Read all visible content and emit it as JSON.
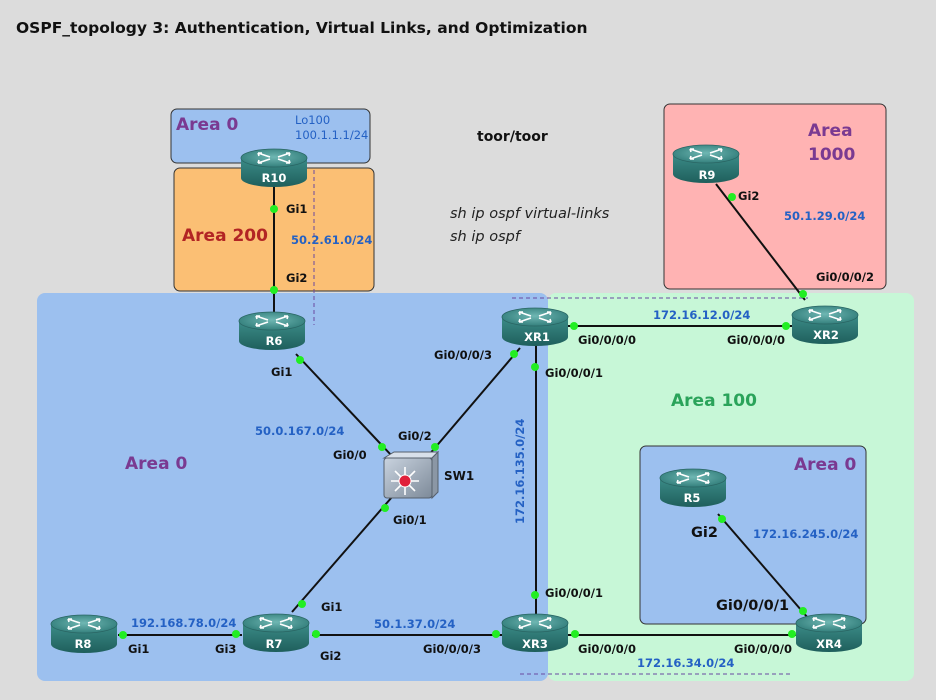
{
  "title": "OSPF_topology 3: Authentication, Virtual Links, and Optimization",
  "credentials": "toor/toor",
  "commands": [
    "sh ip ospf virtual-links",
    "sh ip ospf"
  ],
  "areas": {
    "area0_main": "Area 0",
    "area0_top": "Area 0",
    "area200": "Area 200",
    "area1000_line1": "Area",
    "area1000_line2": "1000",
    "area100": "Area 100",
    "area0_inner": "Area 0"
  },
  "loopback": {
    "name": "Lo100",
    "subnet": "100.1.1.1/24"
  },
  "devices": {
    "R10": "R10",
    "R6": "R6",
    "R9": "R9",
    "XR1": "XR1",
    "XR2": "XR2",
    "SW1": "SW1",
    "R5": "R5",
    "R8": "R8",
    "R7": "R7",
    "XR3": "XR3",
    "XR4": "XR4"
  },
  "subnets": {
    "r10_r6": "50.2.61.0/24",
    "r9_xr2": "50.1.29.0/24",
    "xr1_xr2": "172.16.12.0/24",
    "r6_sw1": "50.0.167.0/24",
    "xr1_xr3": "172.16.135.0/24",
    "r5_xr4": "172.16.245.0/24",
    "r8_r7": "192.168.78.0/24",
    "r7_xr3": "50.1.37.0/24",
    "xr3_xr4": "172.16.34.0/24"
  },
  "interfaces": {
    "r10_gi1": "Gi1",
    "r6_gi2": "Gi2",
    "r6_gi1": "Gi1",
    "r9_gi2": "Gi2",
    "xr2_top": "Gi0/0/0/2",
    "xr1_gi000": "Gi0/0/0/0",
    "xr2_gi000": "Gi0/0/0/0",
    "xr1_gi003": "Gi0/0/0/3",
    "xr1_gi001": "Gi0/0/0/1",
    "sw1_gi02": "Gi0/2",
    "sw1_gi00": "Gi0/0",
    "sw1_gi01": "Gi0/1",
    "r5_gi2": "Gi2",
    "xr4_gi001": "Gi0/0/0/1",
    "xr3_gi001": "Gi0/0/0/1",
    "r7_gi1": "Gi1",
    "r8_gi1": "Gi1",
    "r7_gi3": "Gi3",
    "r7_gi2": "Gi2",
    "xr3_gi003": "Gi0/0/0/3",
    "xr3_gi000": "Gi0/0/0/0",
    "xr4_gi000": "Gi0/0/0/0"
  },
  "colors": {
    "background": "#dcdcdc",
    "area0": "#9cc0ef",
    "area200": "#fbbf74",
    "area1000": "#ffb3b3",
    "area100": "#c7f7d7",
    "link": "#111111",
    "port": "#22ee22",
    "subnet_text": "#2461c4",
    "area_purple": "#7a3a91",
    "area_red": "#b22424",
    "area_green": "#2aa35a",
    "router": "#3f8f8c"
  }
}
